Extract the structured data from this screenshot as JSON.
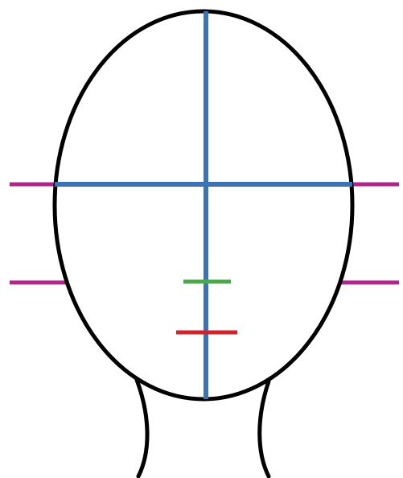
{
  "diagram": {
    "subject": "head-proportion-guide",
    "colors": {
      "outline": "#000000",
      "center_axes": "#3a74b4",
      "side_markers": "#b0268c",
      "nose_marker": "#4aa84a",
      "mouth_marker": "#d2232a",
      "background": "#ffffff"
    },
    "elements": [
      {
        "name": "head-outline",
        "kind": "ellipse",
        "color_key": "outline"
      },
      {
        "name": "neck-left-line",
        "kind": "curve",
        "color_key": "outline"
      },
      {
        "name": "neck-right-line",
        "kind": "curve",
        "color_key": "outline"
      },
      {
        "name": "vertical-center-line",
        "kind": "line",
        "color_key": "center_axes"
      },
      {
        "name": "eye-line",
        "kind": "line",
        "color_key": "center_axes"
      },
      {
        "name": "ear-top-marker-left",
        "kind": "line",
        "color_key": "side_markers"
      },
      {
        "name": "ear-top-marker-right",
        "kind": "line",
        "color_key": "side_markers"
      },
      {
        "name": "ear-bottom-marker-left",
        "kind": "line",
        "color_key": "side_markers"
      },
      {
        "name": "ear-bottom-marker-right",
        "kind": "line",
        "color_key": "side_markers"
      },
      {
        "name": "nose-line",
        "kind": "line",
        "color_key": "nose_marker"
      },
      {
        "name": "mouth-line",
        "kind": "line",
        "color_key": "mouth_marker"
      }
    ]
  }
}
